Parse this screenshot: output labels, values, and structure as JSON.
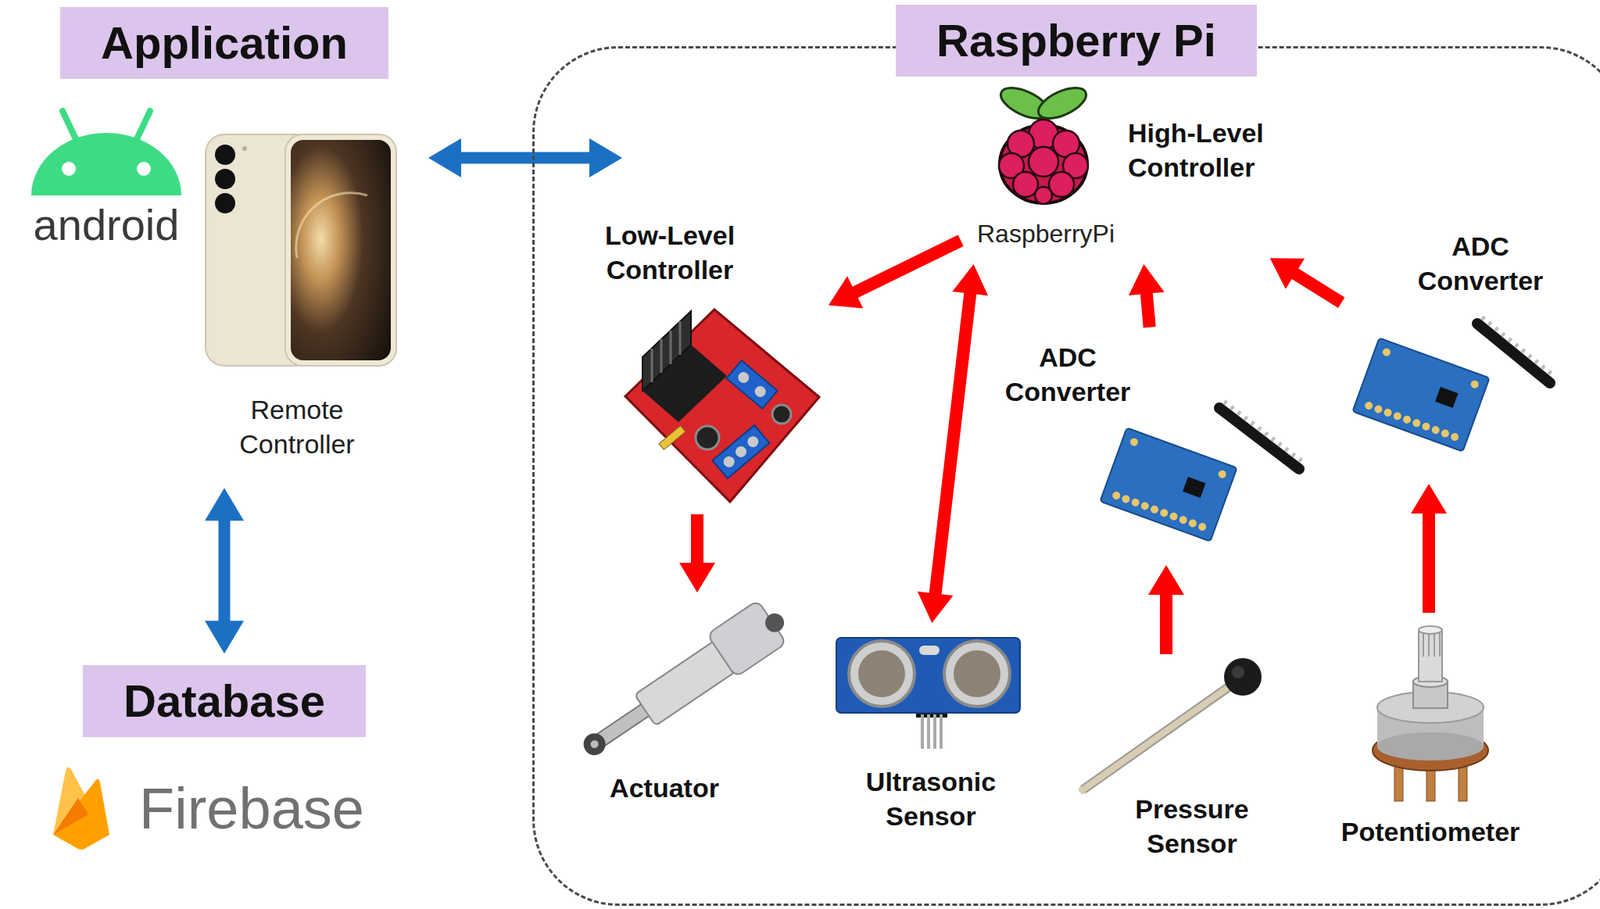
{
  "diagram": {
    "nodes": [
      {
        "text": [
          "Application"
        ]
      },
      {
        "text": [
          "Remote Controller"
        ]
      },
      {
        "text": [
          "Database"
        ]
      },
      {
        "text": [
          "Raspberry Pi"
        ]
      },
      {
        "text": [
          "High-Level Controller",
          "RaspberryPi"
        ],
        "in": 3
      },
      {
        "text": [
          "Low-Level Controller"
        ],
        "in": 3
      },
      {
        "text": [
          "ADC Converter"
        ],
        "in": 3
      },
      {
        "text": [
          "ADC Converter"
        ],
        "in": 3
      },
      {
        "text": [
          "Actuator"
        ],
        "in": 3
      },
      {
        "text": [
          "Ultrasonic Sensor"
        ],
        "in": 3
      },
      {
        "text": [
          "Pressure Sensor"
        ],
        "in": 3
      },
      {
        "text": [
          "Potentiometer"
        ],
        "in": 3
      }
    ],
    "edges": [
      {
        "from": 1,
        "to": 3,
        "arrow": "both"
      },
      {
        "from": 1,
        "to": 2,
        "arrow": "both"
      },
      {
        "from": 4,
        "to": 5,
        "arrow": "to"
      },
      {
        "from": 5,
        "to": 8,
        "arrow": "to"
      },
      {
        "from": 4,
        "to": 9,
        "arrow": "both"
      },
      {
        "from": 7,
        "to": 4,
        "arrow": "to"
      },
      {
        "from": 6,
        "to": 4,
        "arrow": "to"
      },
      {
        "from": 10,
        "to": 7,
        "arrow": "to"
      },
      {
        "from": 11,
        "to": 6,
        "arrow": "to"
      }
    ],
    "labels": [
      "android",
      "Firebase"
    ]
  }
}
